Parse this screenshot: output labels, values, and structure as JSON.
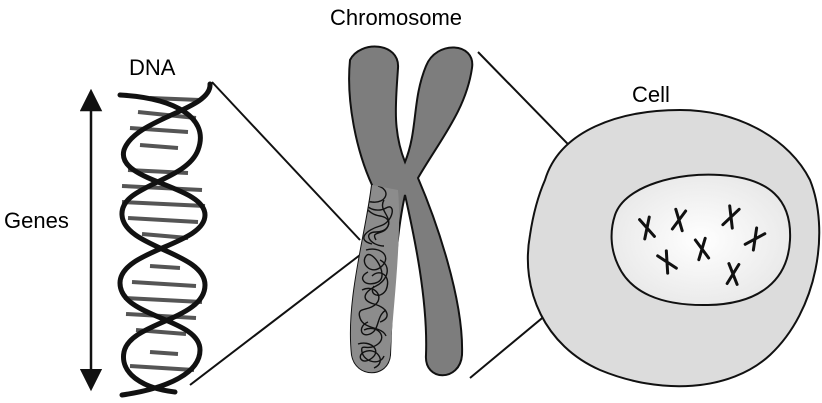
{
  "labels": {
    "chromosome": "Chromosome",
    "dna": "DNA",
    "cell": "Cell",
    "genes": "Genes"
  },
  "colors": {
    "chromosome_fill": "#7d7d7d",
    "cell_fill": "#dcdcdc",
    "nucleus_fill": "#f4f4f4",
    "dna_strand": "#111111",
    "base_pairs": "#555555"
  }
}
